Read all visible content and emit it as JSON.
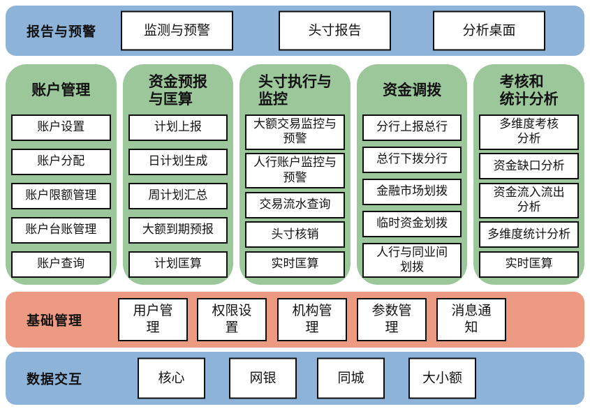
{
  "colors": {
    "blue": "#8db3d9",
    "green": "#9cc79b",
    "salmon": "#ec9b82"
  },
  "report_band": {
    "label": "报告与预警",
    "items": [
      "监测与预警",
      "头寸报告",
      "分析桌面"
    ]
  },
  "columns": [
    {
      "title": "账户管理",
      "items": [
        "账户设置",
        "账户分配",
        "账户限额管理",
        "账户台账管理",
        "账户查询"
      ]
    },
    {
      "title": "资金预报\n与匡算",
      "items": [
        "计划上报",
        "日计划生成",
        "周计划汇总",
        "大额到期预报",
        "计划匡算"
      ]
    },
    {
      "title": "头寸执行与\n监控",
      "items": [
        "大额交易监控与\n预警",
        "人行账户监控与\n预警",
        "交易流水查询",
        "头寸核销",
        "实时匡算"
      ]
    },
    {
      "title": "资金调拨",
      "items": [
        "分行上报总行",
        "总行下拨分行",
        "金融市场划拨",
        "临时资金划拨",
        "人行与同业间\n划拨"
      ]
    },
    {
      "title": "考核和\n统计分析",
      "items": [
        "多维度考核\n分析",
        "资金缺口分析",
        "资金流入流出\n分析",
        "多维度统计分析",
        "实时匡算"
      ]
    }
  ],
  "base_band": {
    "label": "基础管理",
    "items": [
      "用户管\n理",
      "权限设\n置",
      "机构管\n理",
      "参数管\n理",
      "消息通\n知"
    ]
  },
  "data_band": {
    "label": "数据交互",
    "items": [
      "核心",
      "网银",
      "同城",
      "大小额"
    ]
  }
}
